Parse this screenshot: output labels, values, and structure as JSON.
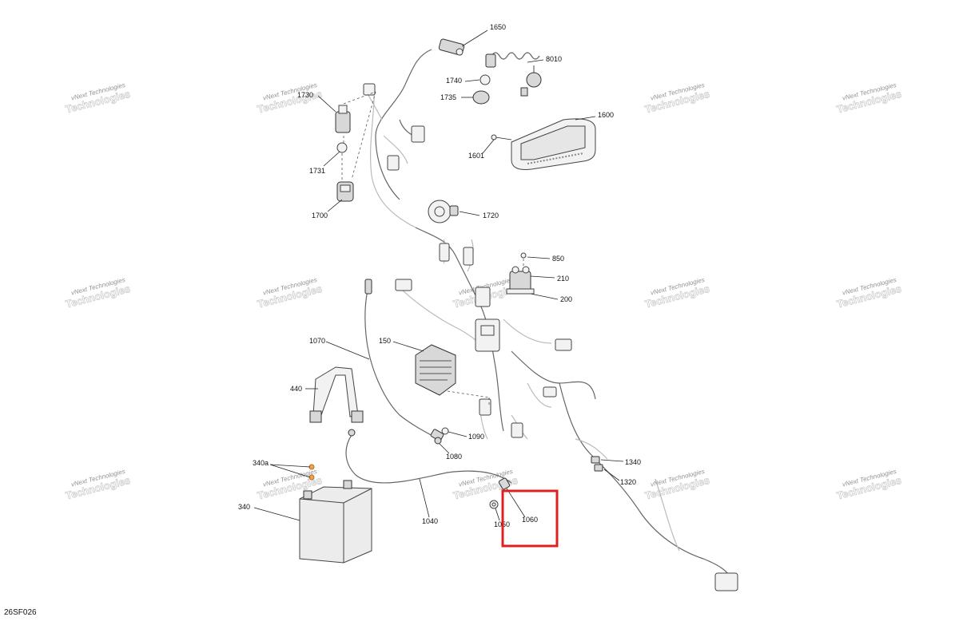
{
  "diagram_code": "26SF026",
  "watermark": {
    "line1": "vNext Technologies",
    "line2": "Technologies"
  },
  "callouts": {
    "c1650": "1650",
    "c8010": "8010",
    "c1740": "1740",
    "c1735": "1735",
    "c1730": "1730",
    "c1600": "1600",
    "c1601": "1601",
    "c1731": "1731",
    "c1700": "1700",
    "c1720": "1720",
    "c850": "850",
    "c210": "210",
    "c200": "200",
    "c1070": "1070",
    "c150": "150",
    "c440": "440",
    "c1090": "1090",
    "c1080": "1080",
    "c1340": "1340",
    "c1320": "1320",
    "c340a": "340a",
    "c340": "340",
    "c1040": "1040",
    "c1050": "1050",
    "c1060": "1060"
  },
  "highlighted_callout": "1060",
  "colors": {
    "highlight": "#e02020"
  }
}
